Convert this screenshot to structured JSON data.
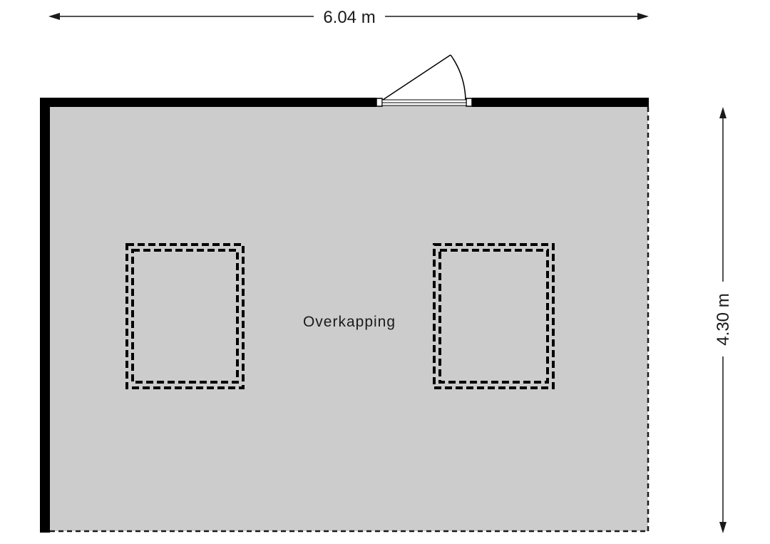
{
  "plan": {
    "room_label": "Overkapping",
    "width_dimension": "6.04 m",
    "depth_dimension": "4.30 m"
  },
  "colors": {
    "floor": "#cccccc",
    "wall": "#000000",
    "line": "#1a1a1a"
  }
}
